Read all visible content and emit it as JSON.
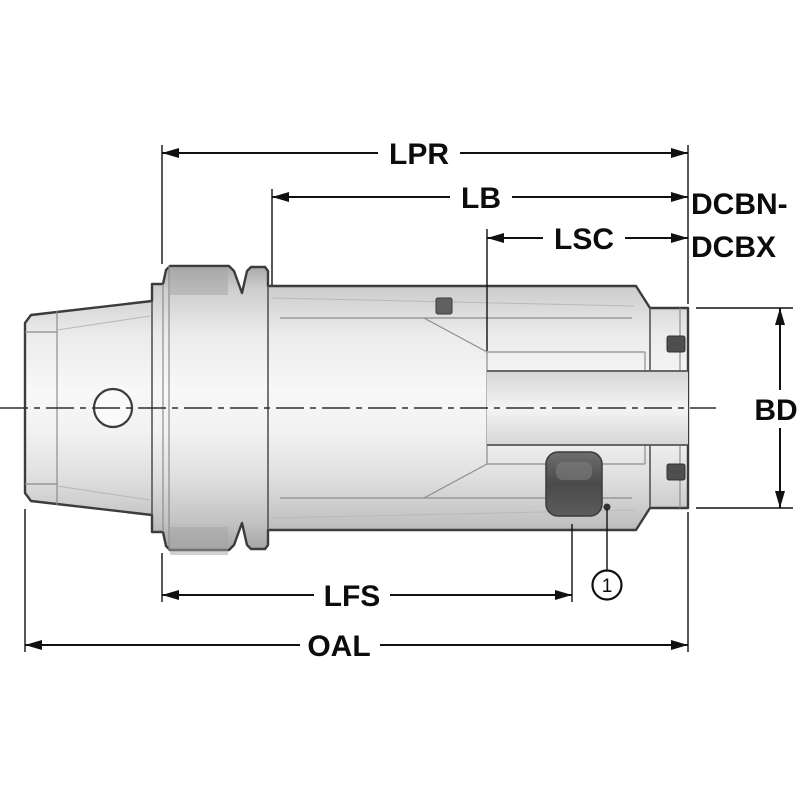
{
  "dimensions": {
    "lpr": "LPR",
    "lb": "LB",
    "lsc": "LSC",
    "dcbn_dcbx_line1": "DCBN-",
    "dcbn_dcbx_line2": "DCBX",
    "bd": "BD",
    "lfs": "LFS",
    "oal": "OAL"
  },
  "callouts": {
    "item1": "1"
  },
  "colors": {
    "background": "#ffffff",
    "line": "#111111",
    "metal_light": "#f8f8f8",
    "metal_dark": "#a8a8a8",
    "feature_dark": "#4e4e4e"
  }
}
